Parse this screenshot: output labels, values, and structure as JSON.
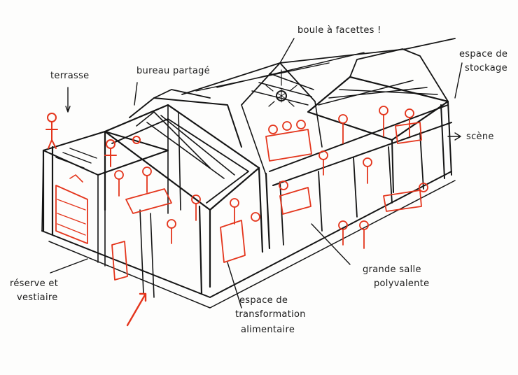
{
  "labels": {
    "terrasse": "terrasse",
    "bureau_partage": "bureau partagé",
    "boule_a_facettes": "boule à facettes !",
    "espace_de_stockage_1": "espace de",
    "espace_de_stockage_2": "stockage",
    "scene": "scène",
    "reserve_1": "réserve et",
    "reserve_2": "vestiaire",
    "transformation_1": "espace de",
    "transformation_2": "transformation",
    "transformation_3": "alimentaire",
    "grande_salle_1": "grande salle",
    "grande_salle_2": "polyvalente"
  },
  "colors": {
    "ink": "#151515",
    "accent_red": "#e4351c",
    "paper": "#fdfdfc"
  }
}
